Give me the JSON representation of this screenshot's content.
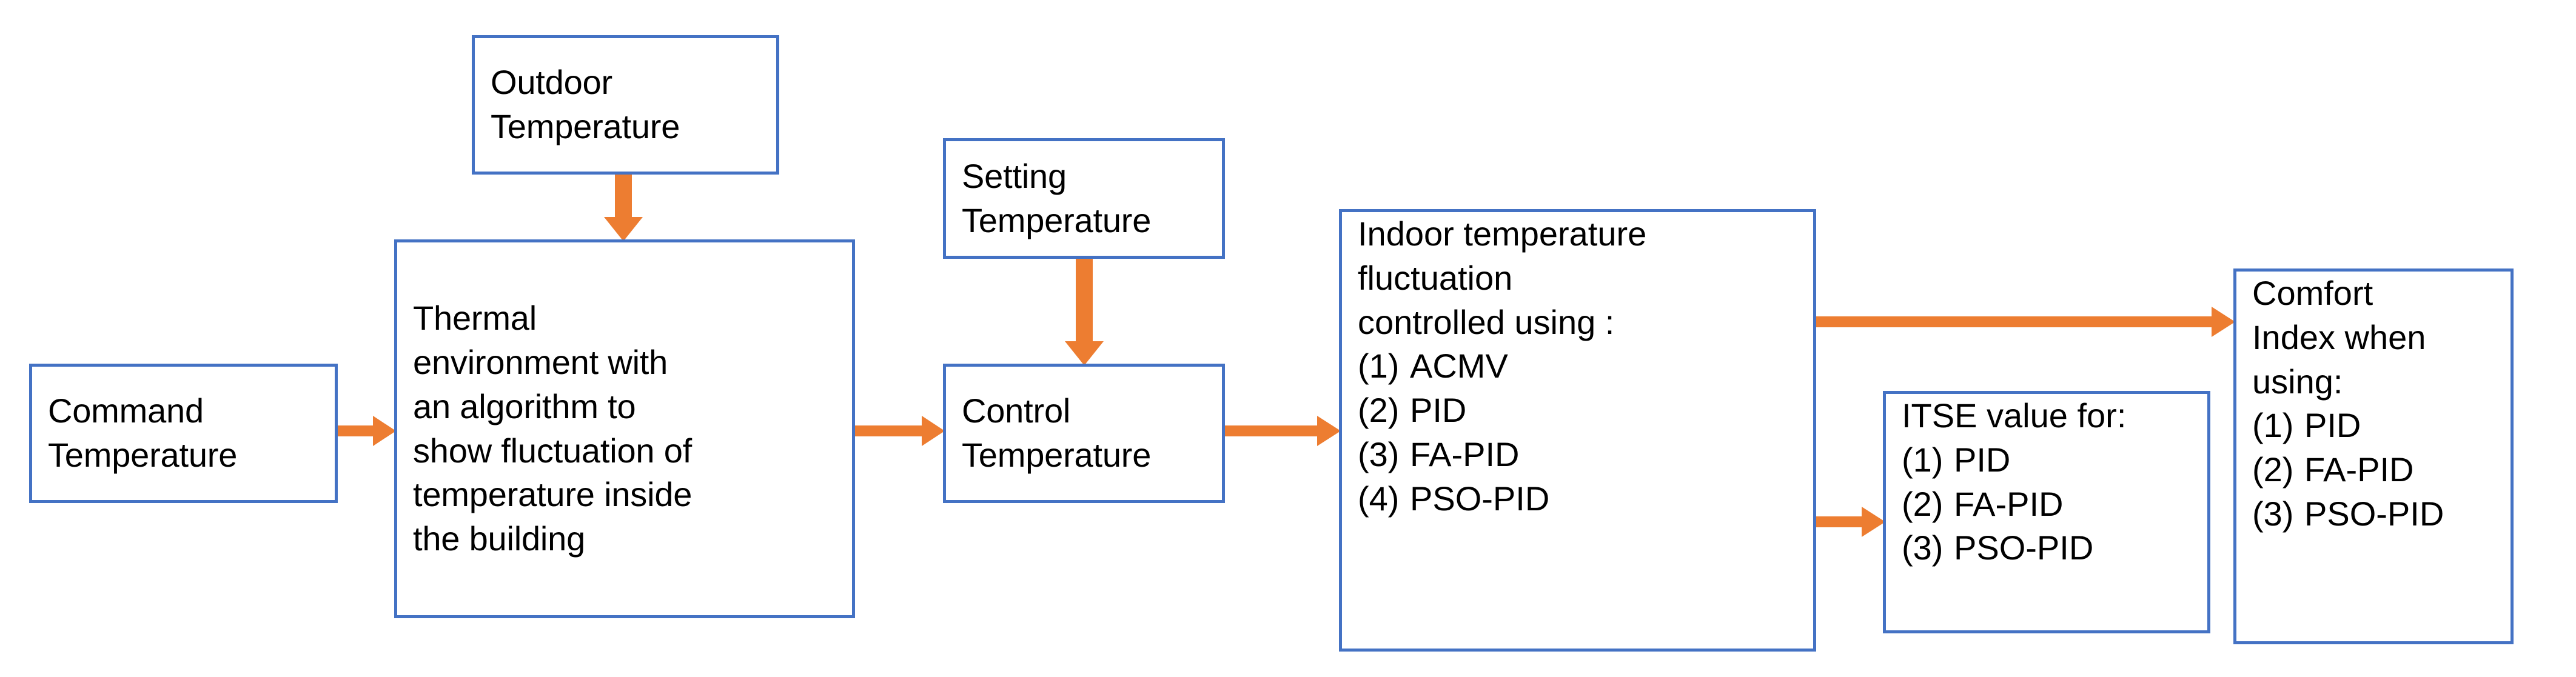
{
  "diagram": {
    "title": "ACMV indoor temperature control block diagram",
    "colors": {
      "box_border": "#4472C4",
      "arrow": "#ED7D31",
      "text": "#000000",
      "background": "#FFFFFF"
    },
    "nodes": {
      "command_temperature": {
        "label": "Command\nTemperature"
      },
      "outdoor_temperature": {
        "label": "Outdoor\nTemperature"
      },
      "thermal_environment": {
        "label": "Thermal\nenvironment with\nan algorithm to\nshow fluctuation of\ntemperature inside\nthe building"
      },
      "setting_temperature": {
        "label": "Setting\nTemperature"
      },
      "control_temperature": {
        "label": "Control\nTemperature"
      },
      "indoor_fluctuation": {
        "lead": "Indoor temperature\nfluctuation\ncontrolled using :",
        "items": [
          {
            "num": "(1)",
            "text": "ACMV"
          },
          {
            "num": "(2)",
            "text": "PID"
          },
          {
            "num": "(3)",
            "text": "FA-PID"
          },
          {
            "num": "(4)",
            "text": "PSO-PID"
          }
        ]
      },
      "itse_value": {
        "lead": "ITSE value for:",
        "items": [
          {
            "num": "(1)",
            "text": "PID"
          },
          {
            "num": "(2)",
            "text": "FA-PID"
          },
          {
            "num": "(3)",
            "text": "PSO-PID"
          }
        ]
      },
      "comfort_index": {
        "lead": "Comfort\nIndex when\nusing:",
        "items": [
          {
            "num": "(1)",
            "text": "PID"
          },
          {
            "num": "(2)",
            "text": "FA-PID"
          },
          {
            "num": "(3)",
            "text": "PSO-PID"
          }
        ]
      }
    },
    "edges": [
      {
        "name": "command-to-thermal",
        "from": "command_temperature",
        "to": "thermal_environment",
        "direction": "right"
      },
      {
        "name": "outdoor-to-thermal",
        "from": "outdoor_temperature",
        "to": "thermal_environment",
        "direction": "down"
      },
      {
        "name": "thermal-to-control",
        "from": "thermal_environment",
        "to": "control_temperature",
        "direction": "right"
      },
      {
        "name": "setting-to-control",
        "from": "setting_temperature",
        "to": "control_temperature",
        "direction": "down"
      },
      {
        "name": "control-to-indoor",
        "from": "control_temperature",
        "to": "indoor_fluctuation",
        "direction": "right"
      },
      {
        "name": "indoor-to-comfort",
        "from": "indoor_fluctuation",
        "to": "comfort_index",
        "direction": "right"
      },
      {
        "name": "indoor-to-itse",
        "from": "indoor_fluctuation",
        "to": "itse_value",
        "direction": "right"
      }
    ]
  }
}
